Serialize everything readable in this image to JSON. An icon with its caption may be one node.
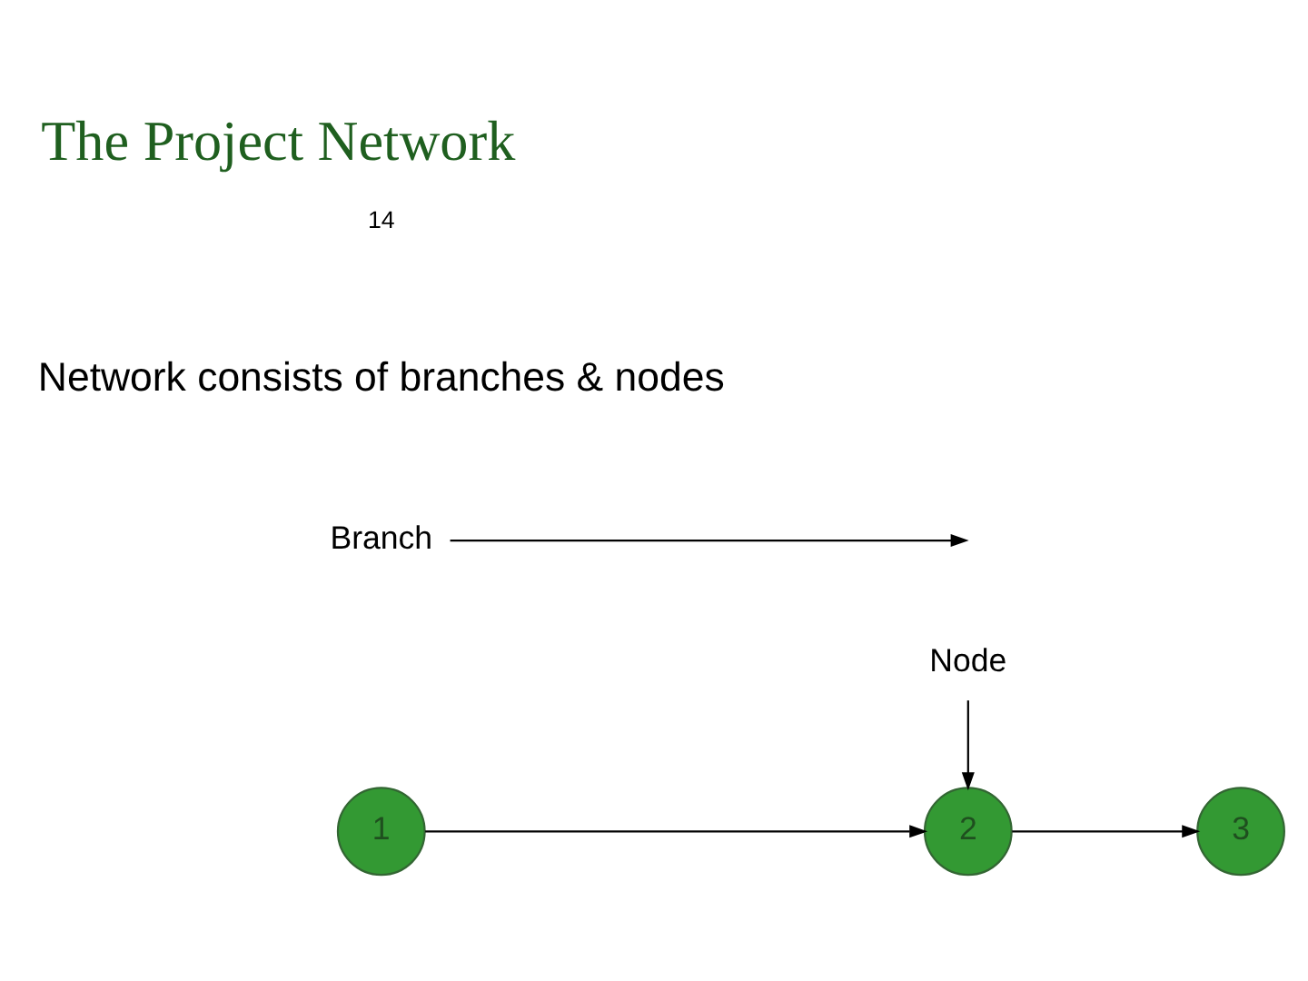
{
  "diagram": {
    "title": "The Project Network",
    "nodes": [
      {
        "text": [
          "1"
        ]
      },
      {
        "text": [
          "2"
        ]
      },
      {
        "text": [
          "3"
        ]
      },
      {
        "text": [
          "Node"
        ]
      },
      {
        "text": [
          "Branch"
        ]
      }
    ],
    "edges": [
      {
        "from": 0,
        "to": 1,
        "arrow": "to"
      },
      {
        "from": 1,
        "to": 2,
        "arrow": "to"
      },
      {
        "from": 3,
        "to": 1,
        "arrow": "to"
      },
      {
        "from": 4,
        "to": null,
        "arrow": "to"
      }
    ],
    "labels": [
      "Network consists of branches & nodes",
      "14"
    ]
  }
}
